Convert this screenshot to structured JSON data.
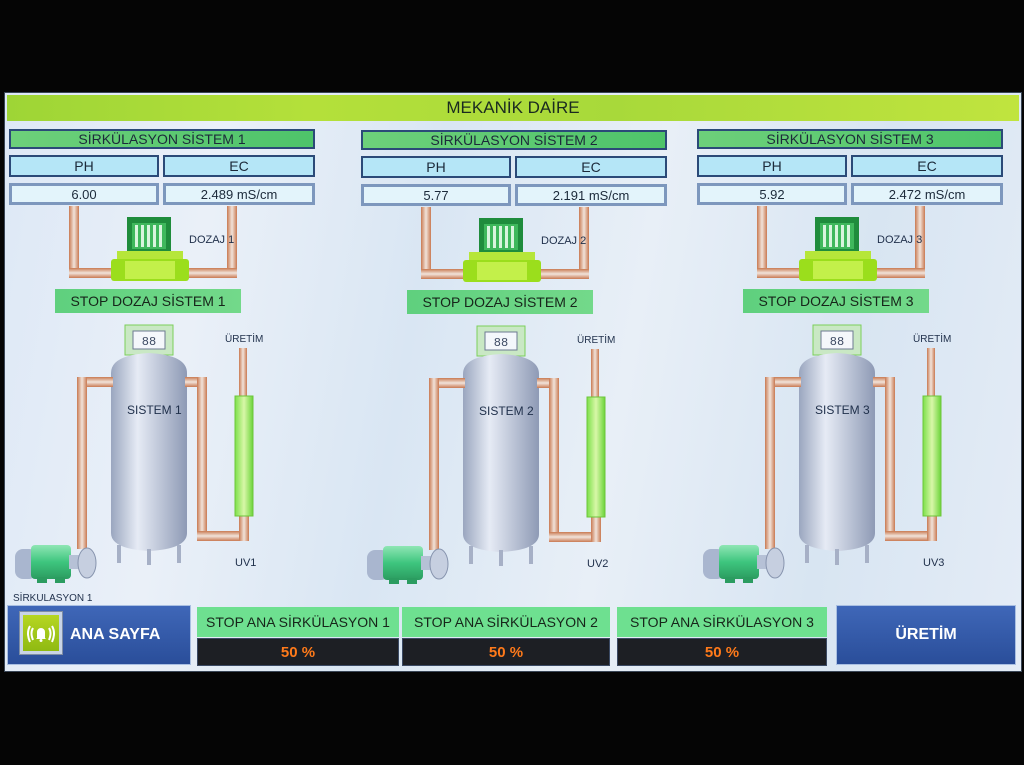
{
  "screen": {
    "title": "MEKANİK DAİRE"
  },
  "systems": [
    {
      "header": "SİRKÜLASYON SİSTEM 1",
      "ph_label": "PH",
      "ec_label": "EC",
      "ph_value": "6.00",
      "ec_value": "2.489 mS/cm",
      "dosing_pump_label": "DOZAJ 1",
      "stop_dosing_label": "STOP DOZAJ SİSTEM 1",
      "tank_label": "SISTEM 1",
      "tank_display": "88",
      "output_label": "ÜRETİM",
      "uv_label": "UV1",
      "circulation_pump_label": "SİRKULASYON 1",
      "stop_main_label": "STOP ANA SİRKÜLASYON 1",
      "speed_percent": "50 %"
    },
    {
      "header": "SİRKÜLASYON SİSTEM 2",
      "ph_label": "PH",
      "ec_label": "EC",
      "ph_value": "5.77",
      "ec_value": "2.191 mS/cm",
      "dosing_pump_label": "DOZAJ 2",
      "stop_dosing_label": "STOP DOZAJ SİSTEM 2",
      "tank_label": "SISTEM 2",
      "tank_display": "88",
      "output_label": "ÜRETİM",
      "uv_label": "UV2",
      "stop_main_label": "STOP ANA SİRKÜLASYON 2",
      "speed_percent": "50 %"
    },
    {
      "header": "SİRKÜLASYON SİSTEM 3",
      "ph_label": "PH",
      "ec_label": "EC",
      "ph_value": "5.92",
      "ec_value": "2.472 mS/cm",
      "dosing_pump_label": "DOZAJ 3",
      "stop_dosing_label": "STOP DOZAJ SİSTEM 3",
      "tank_label": "SISTEM 3",
      "tank_display": "88",
      "output_label": "ÜRETİM",
      "uv_label": "UV3",
      "stop_main_label": "STOP ANA SİRKÜLASYON 3",
      "speed_percent": "50 %"
    }
  ],
  "footer": {
    "home_label": "ANA SAYFA",
    "alarm_icon": "bell-alarm-icon",
    "production_label": "ÜRETİM"
  },
  "colors": {
    "title_bar": "#a8d93a",
    "header_green": "#5cc96f",
    "label_cyan": "#b5e6f7",
    "nav_blue": "#2f57a8",
    "percent_orange": "#ff7a1a"
  }
}
